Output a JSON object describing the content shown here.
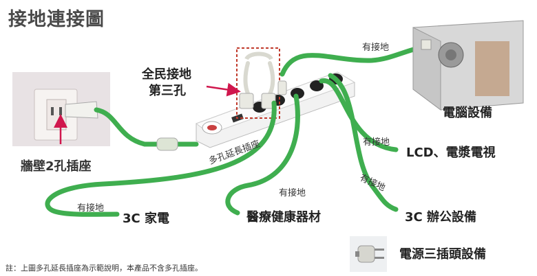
{
  "title": "接地連接圖",
  "labels": {
    "wall_socket": "牆壁2孔插座",
    "ground_third_hole_line1": "全民接地",
    "ground_third_hole_line2": "第三孔",
    "power_strip": "多孔延長插座",
    "computer": "電腦設備",
    "lcd_tv": "LCD、電漿電視",
    "office": "3C 辦公設備",
    "medical": "醫療健康器材",
    "appliance": "3C 家電",
    "three_prong": "電源三插頭設備",
    "ground_computer": "有接地",
    "ground_lcd": "有接地",
    "ground_office": "有接地",
    "ground_medical": "有接地",
    "ground_appliance": "有接地"
  },
  "note": "註：上圖多孔延長插座為示範說明，本產品不含多孔插座。",
  "colors": {
    "cable": "#3fae4f",
    "cable_dark": "#2c8a3a",
    "accent": "#d0174d",
    "dashed_box": "#c0392b"
  }
}
